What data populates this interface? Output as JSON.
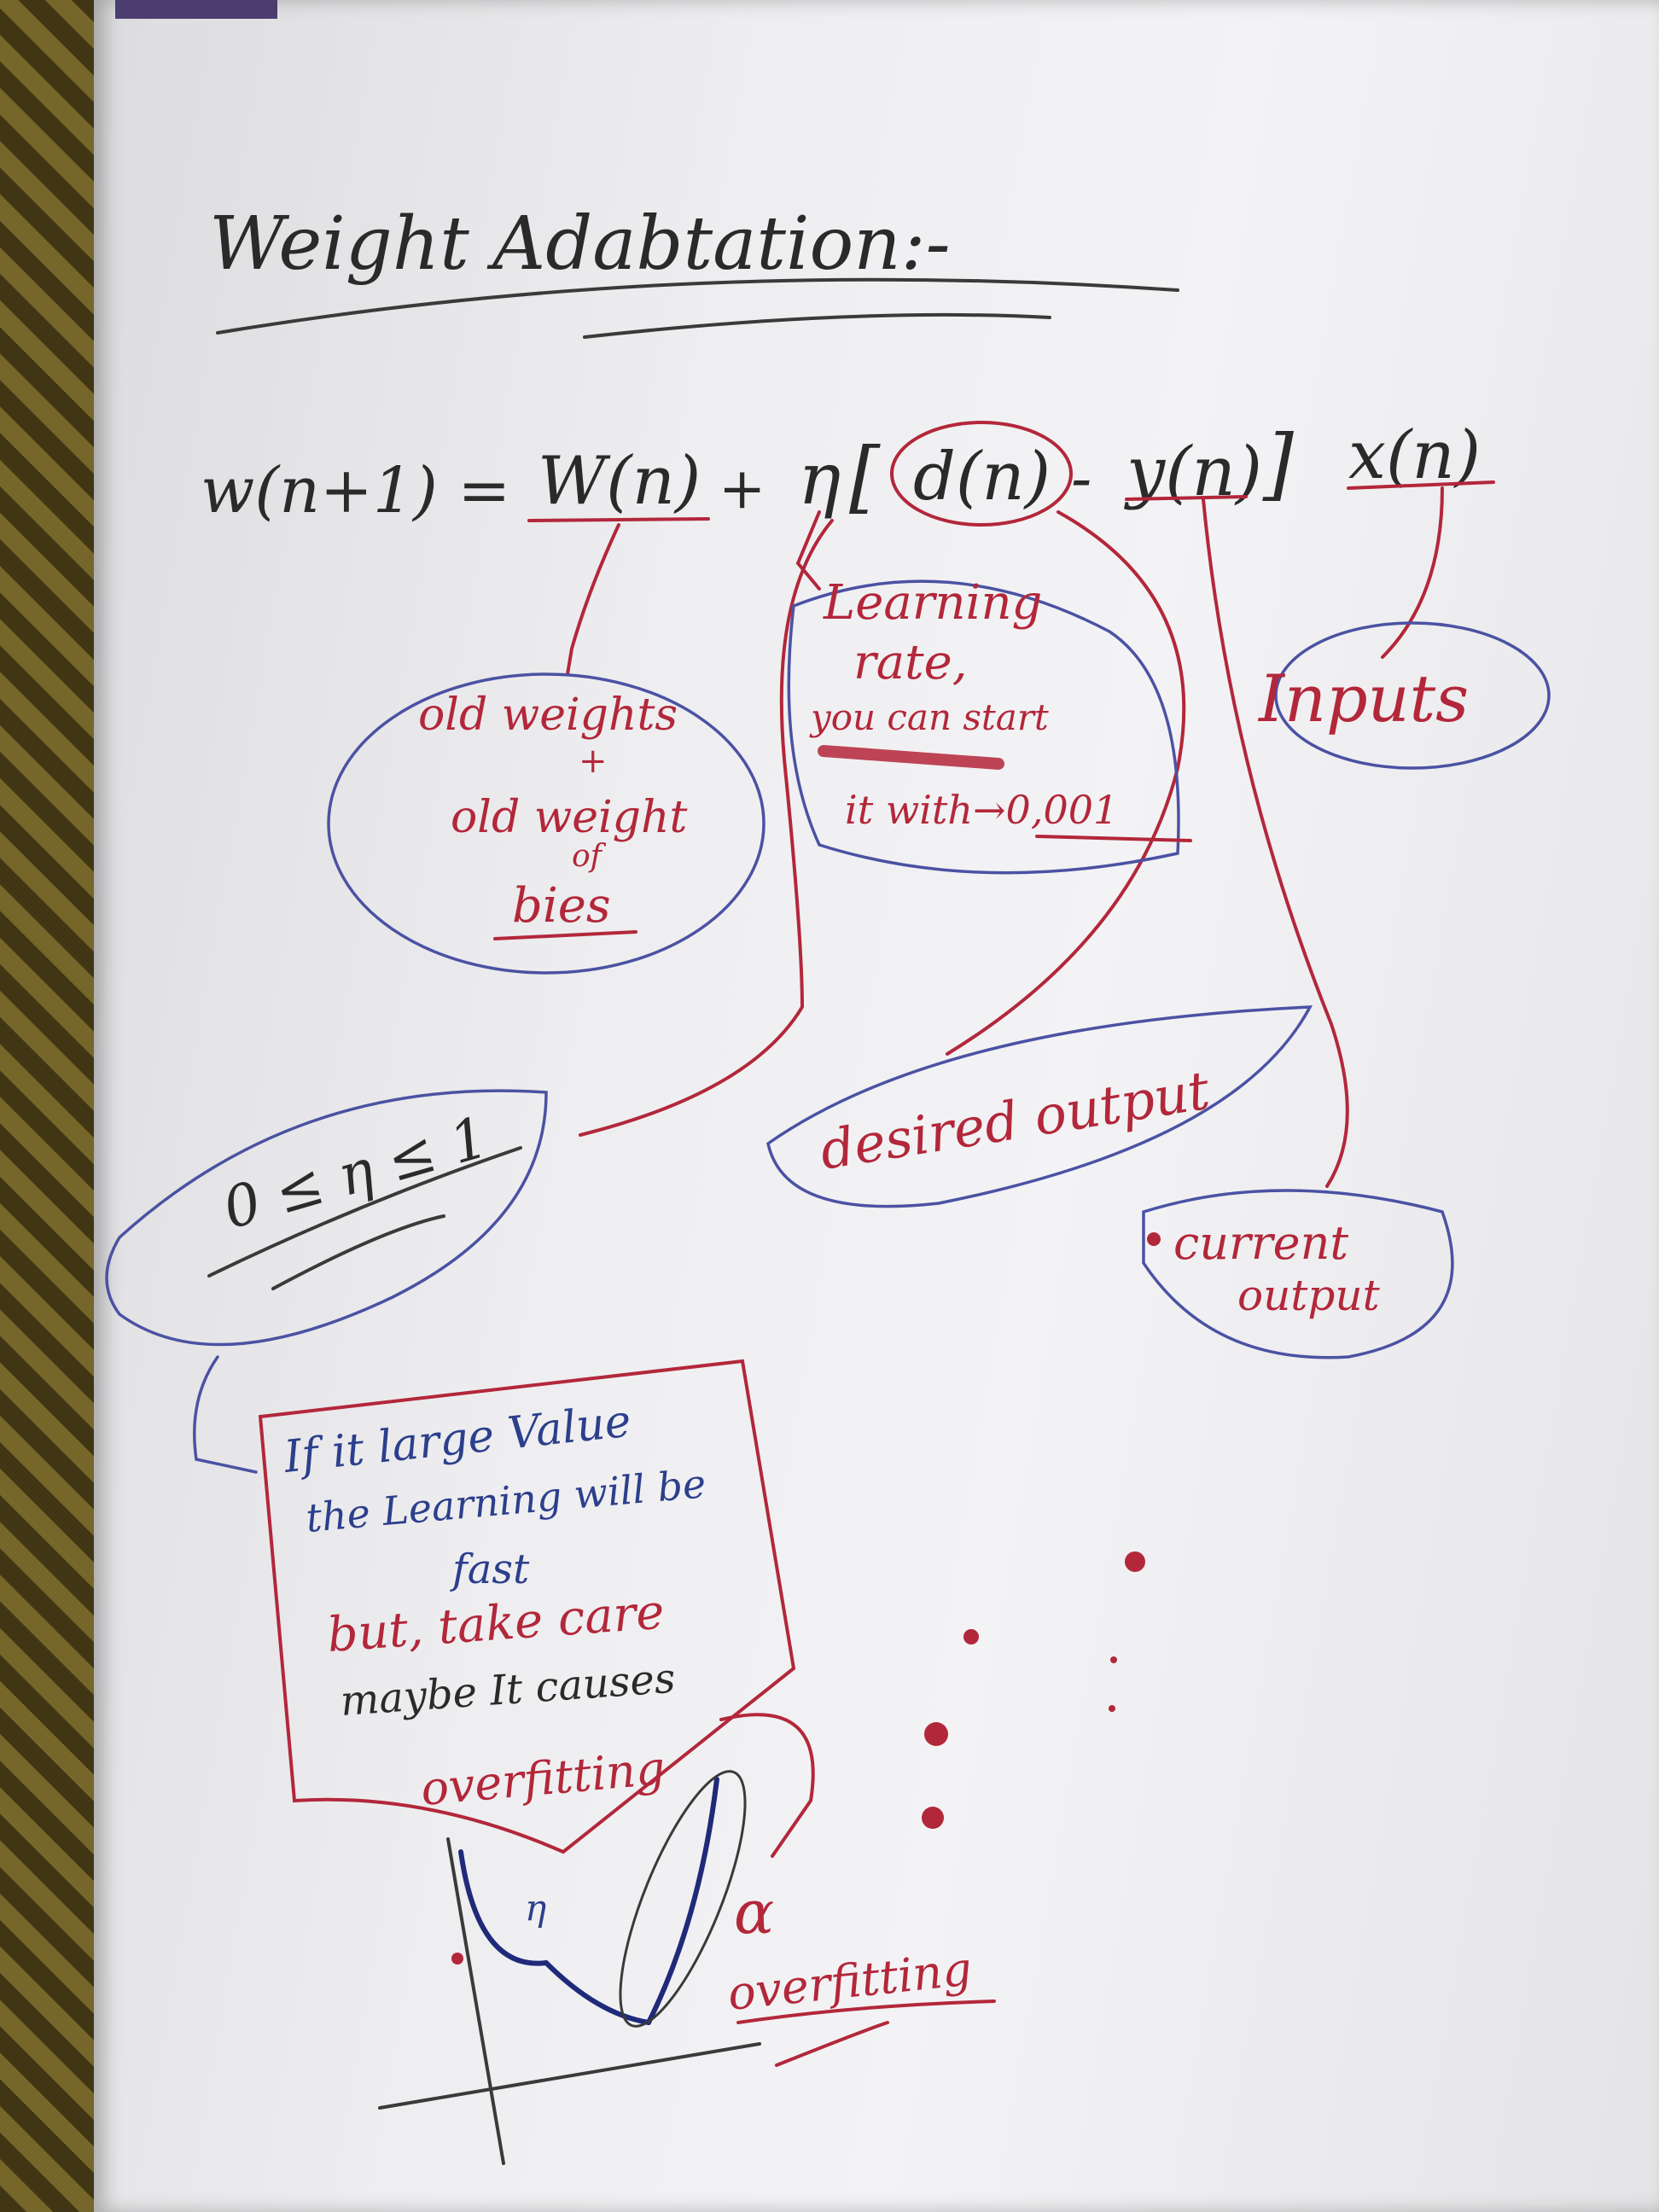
{
  "title": "Weight Adabtation:-",
  "equation": {
    "lhs": "w(n+1) =",
    "old_weight": "W(n)",
    "plus": "+",
    "eta": "η",
    "bracket_open": "[",
    "desired": "d(n)",
    "minus": "-",
    "current": "y(n)",
    "bracket_close": "]",
    "input": "x(n)"
  },
  "notes": {
    "old_weights": {
      "line1": "old weights",
      "line2": "+",
      "line3": "old weight",
      "line4": "of",
      "line5": "bies"
    },
    "learning_rate": {
      "line1": "Learning",
      "line2": "rate,",
      "line3": "you can start",
      "line4": "it with→0,001"
    },
    "inputs": "Inputs",
    "desired_output": "desired output",
    "current_output": {
      "line1": "current",
      "line2": "output"
    },
    "range": "0 ≤ η ≤ 1",
    "warning": {
      "line1": "If it large Value",
      "line2": "the Learning will be",
      "line3": "fast",
      "line4": "but, take care",
      "line5": "maybe It causes",
      "line6": "overfitting"
    }
  },
  "graph": {
    "eta_label": "η",
    "alpha_label": "α",
    "overfitting_label": "overfitting"
  },
  "colors": {
    "paper": "#eeeef0",
    "ink_black": "#2a2a2a",
    "ink_red": "#b3273a",
    "ink_blue": "#2c3f8c",
    "ink_circle_blue": "#4b52a3"
  }
}
